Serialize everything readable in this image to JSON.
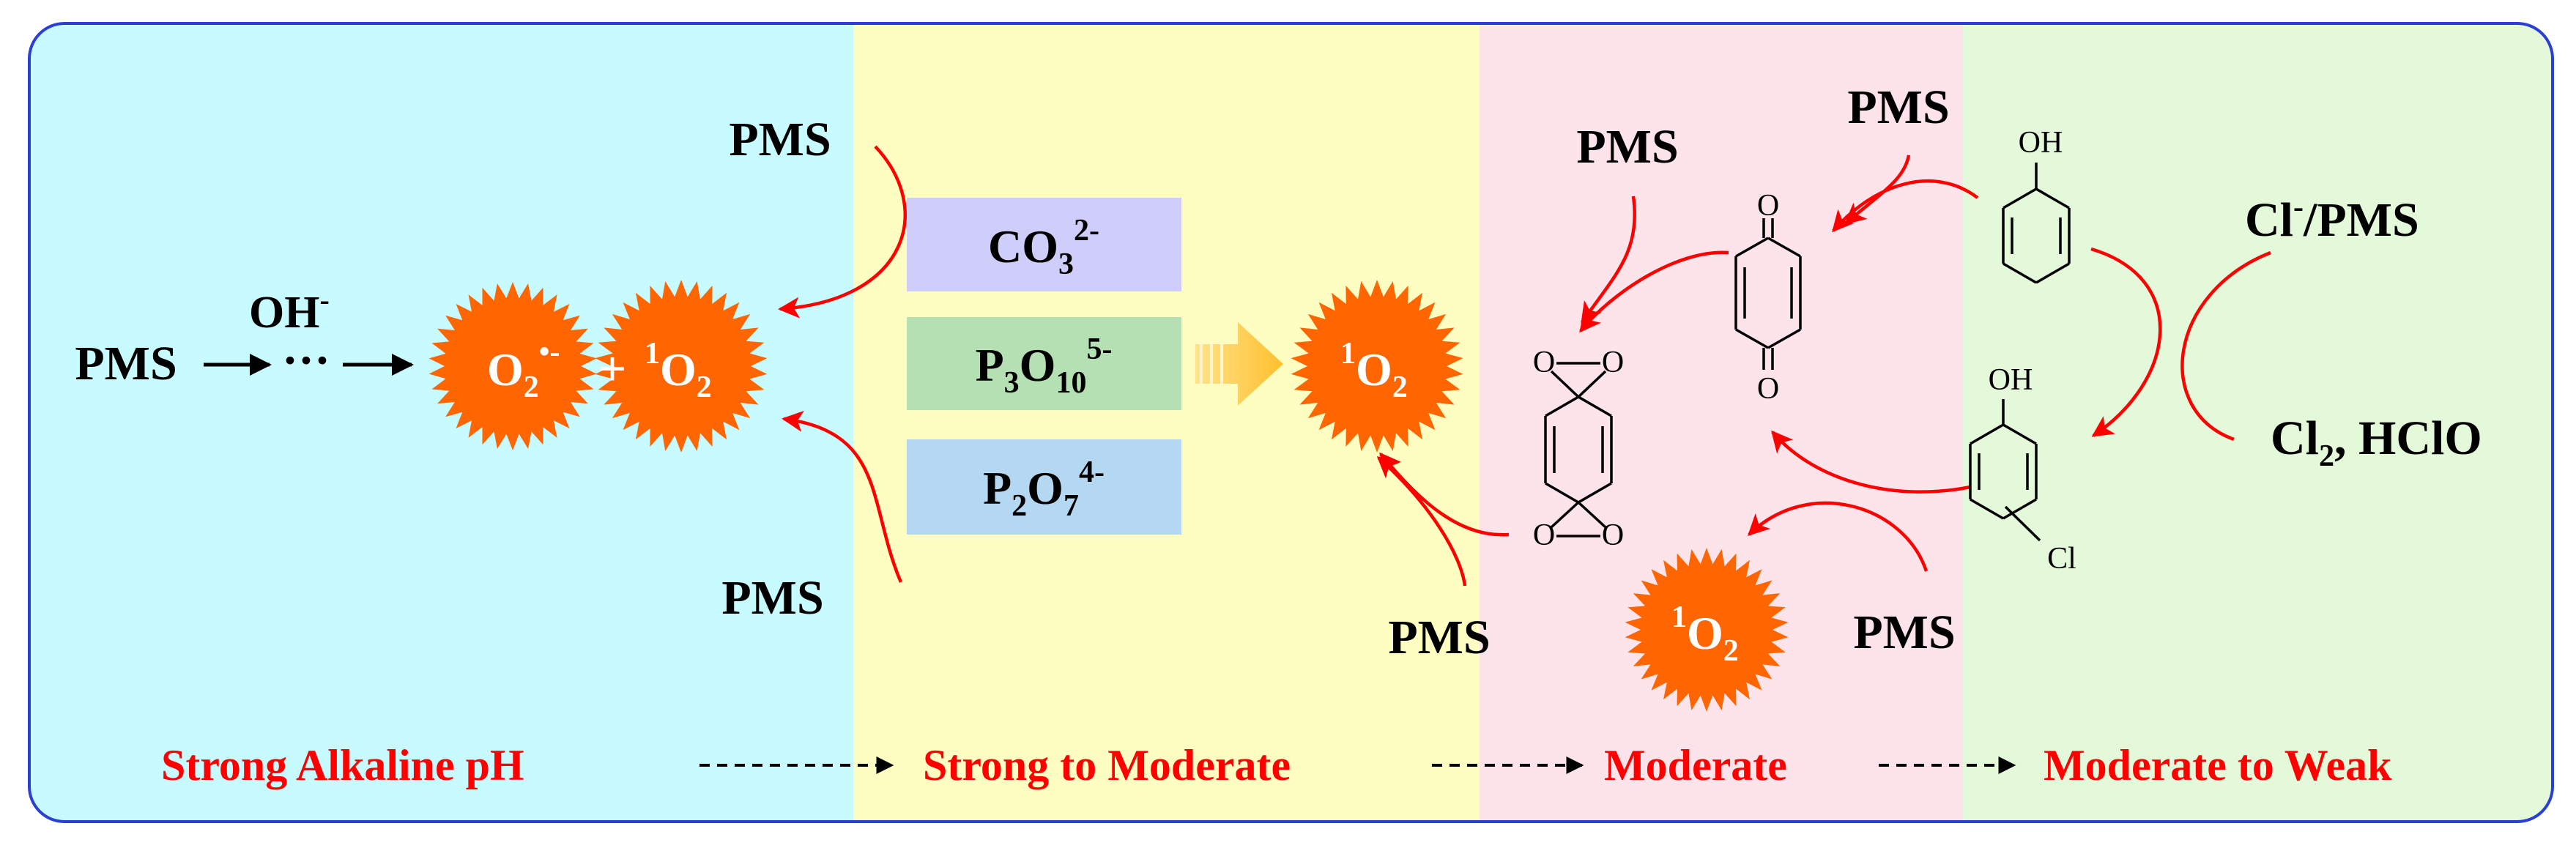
{
  "colors": {
    "border": "#2a3fd6",
    "zone_alkaline": "#c8fbff",
    "zone_strong_moderate": "#fefec2",
    "zone_moderate": "#fde4ea",
    "zone_moderate_weak": "#e3f9da",
    "burst": "#ff6500",
    "arrow_red": "#ff0000",
    "box_carbonate": "#cfcefb",
    "box_triphosphate": "#b5e0b4",
    "box_pyrophosphate": "#b4d8f2",
    "big_arrow": "#ffc84a"
  },
  "zone1": {
    "pms_top": "PMS",
    "pms_bottom": "PMS",
    "pms_left": "PMS",
    "oh_base": "OH",
    "oh_sup": "-",
    "dots": "···",
    "o2": "O",
    "o2_sub": "2",
    "o2_sup": "•-",
    "plus": "+",
    "so_sup": "1",
    "so_base": "O",
    "so_sub": "2"
  },
  "zone2": {
    "carbonate": {
      "base": "CO",
      "sub": "3",
      "sup": "2-"
    },
    "triphosphate": {
      "b1": "P",
      "s1": "3",
      "b2": "O",
      "s2": "10",
      "sup": "5-"
    },
    "pyrophosphate": {
      "b1": "P",
      "s1": "2",
      "b2": "O",
      "s2": "7",
      "sup": "4-"
    },
    "so_sup": "1",
    "so_base": "O",
    "so_sub": "2"
  },
  "zone3": {
    "pms_top_left": "PMS",
    "pms_top_right": "PMS",
    "pms_bottom_left": "PMS",
    "pms_bottom_right": "PMS",
    "atom_o": "O",
    "so_sup": "1",
    "so_base": "O",
    "so_sub": "2"
  },
  "zone4": {
    "oh": "OH",
    "cl": "Cl",
    "clpms_base": "Cl",
    "clpms_sup": "-",
    "clpms_rest": "/PMS",
    "cl2_base": "Cl",
    "cl2_sub": "2",
    "cl2_rest": ", HClO"
  },
  "stages": {
    "s1": "Strong Alkaline pH",
    "s2": "Strong to Moderate",
    "s3": "Moderate",
    "s4": "Moderate to Weak"
  }
}
